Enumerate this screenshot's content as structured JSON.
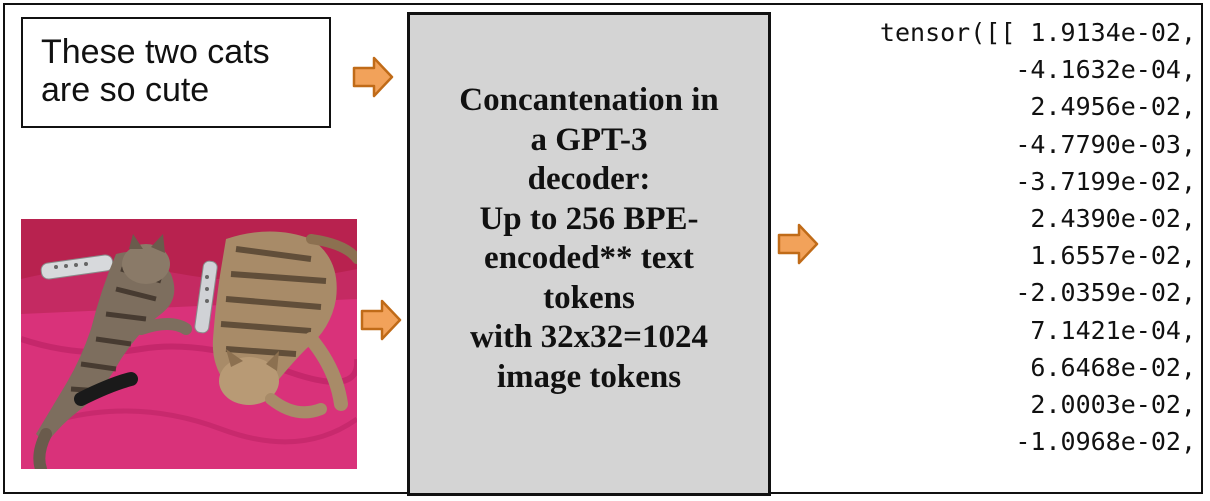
{
  "caption": {
    "lines": [
      "These two cats",
      "are so cute"
    ]
  },
  "decoder": {
    "lines": [
      "Concantenation in",
      "a GPT-3",
      "decoder:",
      "Up to 256 BPE-",
      "encoded** text",
      "tokens",
      "with 32x32=1024",
      "image tokens"
    ]
  },
  "tensor": {
    "lines": [
      "tensor([[ 1.9134e-02,",
      "-4.1632e-04,",
      "2.4956e-02,",
      "-4.7790e-03,",
      "-3.7199e-02,",
      "2.4390e-02,",
      "1.6557e-02,",
      "-2.0359e-02,",
      "7.1421e-04,",
      "6.6468e-02,",
      "2.0003e-02,",
      "-1.0968e-02,"
    ]
  },
  "photo": {
    "subject": "two tabby cats lying on a pink couch with two TV remote controls"
  },
  "colors": {
    "arrow_fill": "#f2a25a",
    "arrow_stroke": "#c06b18",
    "decoder_fill": "#d4d4d4",
    "couch_pink": "#d9327a"
  },
  "icons": [
    "arrow-right-icon"
  ]
}
